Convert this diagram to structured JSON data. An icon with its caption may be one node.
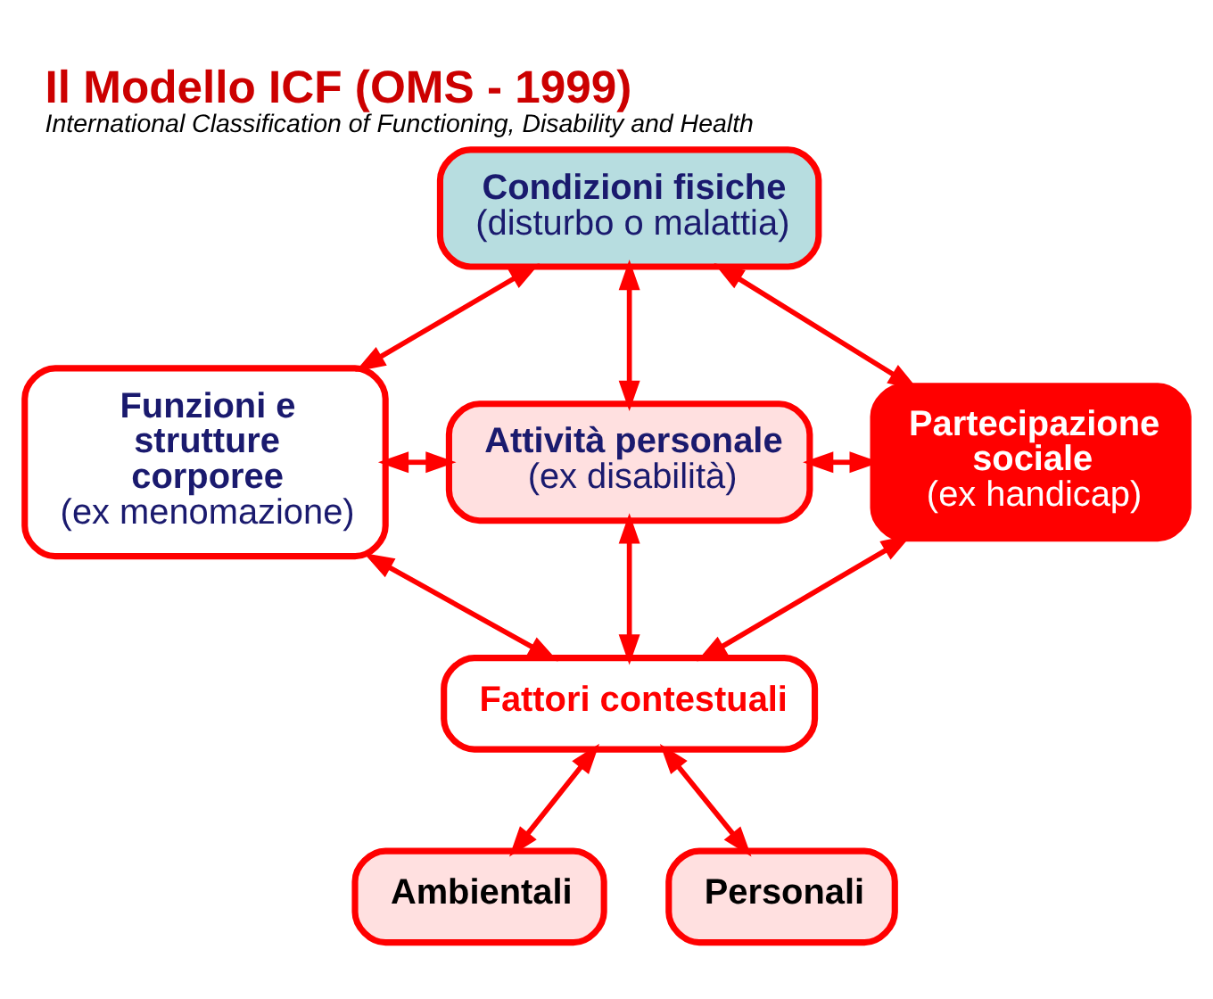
{
  "diagram": {
    "title": "Il Modello ICF (OMS - 1999)",
    "caption": "International Classification of Functioning, Disability and Health",
    "nodes": [
      {
        "text": [
          "Condizioni fisiche",
          "(disturbo o malattia)"
        ]
      },
      {
        "text": [
          "Funzioni e strutture corporee",
          "(ex menomazione)"
        ]
      },
      {
        "text": [
          "Attività personale",
          "(ex disabilità)"
        ]
      },
      {
        "text": [
          "Partecipazione sociale",
          "(ex handicap)"
        ]
      },
      {
        "text": [
          "Fattori contestuali"
        ]
      },
      {
        "text": [
          "Ambientali"
        ]
      },
      {
        "text": [
          "Personali"
        ]
      }
    ],
    "edges": [
      {
        "from": 0,
        "to": 1,
        "arrow": "both"
      },
      {
        "from": 0,
        "to": 2,
        "arrow": "both"
      },
      {
        "from": 0,
        "to": 3,
        "arrow": "both"
      },
      {
        "from": 1,
        "to": 2,
        "arrow": "both"
      },
      {
        "from": 2,
        "to": 3,
        "arrow": "both"
      },
      {
        "from": 4,
        "to": 1,
        "arrow": "both"
      },
      {
        "from": 4,
        "to": 2,
        "arrow": "both"
      },
      {
        "from": 4,
        "to": 3,
        "arrow": "both"
      },
      {
        "from": 4,
        "to": 5,
        "arrow": "both"
      },
      {
        "from": 4,
        "to": 6,
        "arrow": "both"
      }
    ]
  }
}
